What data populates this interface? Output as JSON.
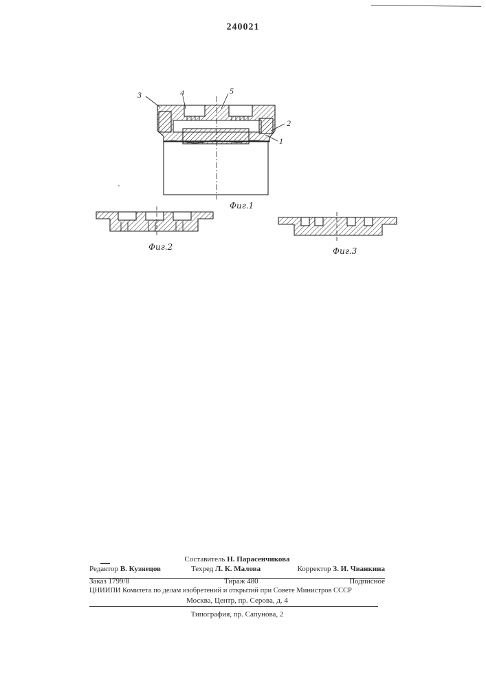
{
  "patent_number": "240021",
  "callouts": [
    "3",
    "4",
    "5",
    "2",
    "1"
  ],
  "figures": {
    "fig1": "Фиг.1",
    "fig2": "Фиг.2",
    "fig3": "Фиг.3"
  },
  "imprint": {
    "compiler_label": "Составитель",
    "compiler_name": "Н. Парасенчикова",
    "editor_label": "Редактор",
    "editor_name": "В. Кузнецов",
    "techred_label": "Техред",
    "techred_name": "Л. К. Малова",
    "corrector_label": "Корректор",
    "corrector_name": "З. И. Чванкина",
    "order": "Заказ 1799/8",
    "circulation": "Тираж 480",
    "subscription": "Подписное",
    "institute": "ЦНИИПИ Комитета по делам изобретений и открытий при Совете Министров СССР",
    "address": "Москва, Центр, пр. Серова, д. 4",
    "printer": "Типография, пр. Сапунова, 2"
  }
}
